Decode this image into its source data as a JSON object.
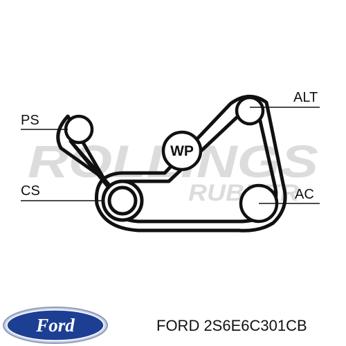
{
  "diagram": {
    "pulleys": {
      "ps": "PS",
      "cs": "CS",
      "wp": "WP",
      "alt": "ALT",
      "ac": "AC"
    }
  },
  "watermark": {
    "line1": "ROLLINGS",
    "line2": "RUBBER"
  },
  "footer": {
    "logo_text": "Ford",
    "part_number": "FORD 2S6E6C301CB"
  },
  "colors": {
    "belt": "#111111",
    "watermark": "#dcdcdc",
    "ford_blue": "#1c3f94"
  }
}
